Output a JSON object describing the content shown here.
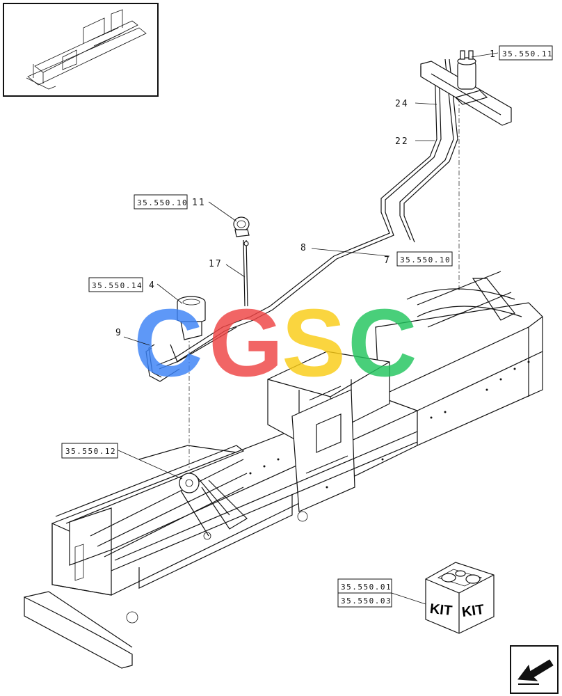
{
  "callouts": [
    {
      "num": "1",
      "ref": "35.550.11"
    },
    {
      "num": "24"
    },
    {
      "num": "22"
    },
    {
      "num": "11",
      "ref": "35.550.10"
    },
    {
      "num": "8"
    },
    {
      "num": "7",
      "ref": "35.550.10"
    },
    {
      "num": "17"
    },
    {
      "num": "4",
      "ref": "35.550.14"
    },
    {
      "num": "9"
    }
  ],
  "refs": {
    "tensioner": "35.550.12",
    "kit_top": "35.550.01",
    "kit_bottom": "35.550.03"
  },
  "kit": {
    "label_left": "KIT",
    "label_right": "KIT"
  },
  "watermark": {
    "letters": [
      "C",
      "G",
      "S",
      "C"
    ],
    "colors": [
      "#3b82f6",
      "#ef4444",
      "#facc15",
      "#22c55e"
    ]
  },
  "icons": {
    "thumbnail": "overview-thumbnail",
    "nav": "next-page-arrow-icon"
  }
}
